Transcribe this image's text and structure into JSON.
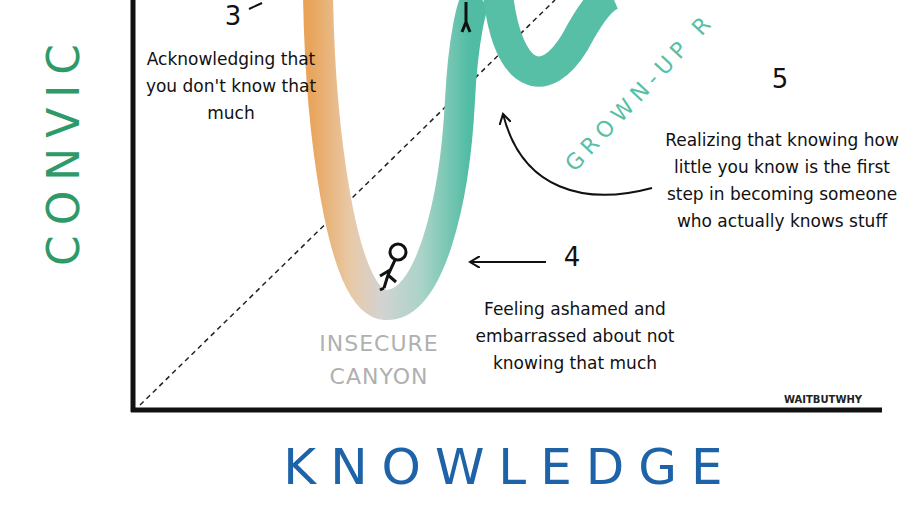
{
  "diagram": {
    "labels": [
      "3",
      "Acknowledging that you don't know that much",
      "GROWN-UP R",
      "5",
      "Realizing that knowing how little you know is the first step in becoming someone who actually knows stuff",
      "4",
      "Feeling ashamed and embarrassed about not knowing that much",
      "INSECURE CANYON",
      "CONVIC",
      "KNOWLEDGE",
      "WAITBUTWHY"
    ]
  }
}
